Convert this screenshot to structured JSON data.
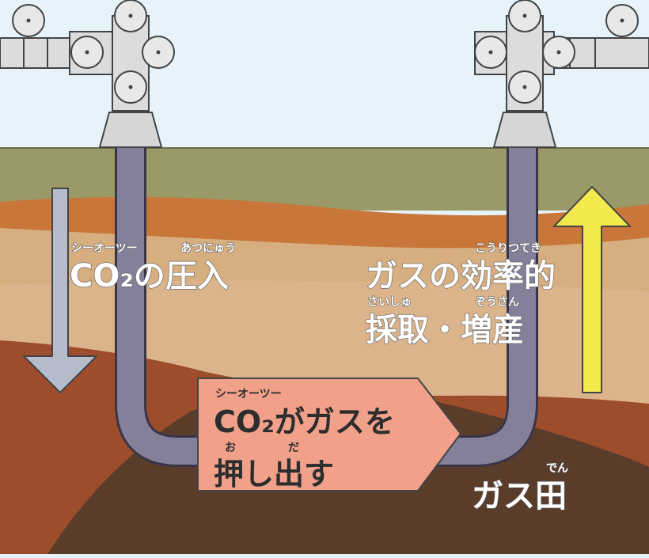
{
  "labels": {
    "co2_injection": {
      "text": "CO₂の圧入",
      "ruby_co2": "シーオーツー",
      "ruby_atsunyu": "あつにゅう"
    },
    "gas_efficient_line1": {
      "text": "ガスの効率的",
      "ruby": "こうりつてき"
    },
    "gas_efficient_line2": {
      "text": "採取・増産",
      "ruby_saishu": "さいしゅ",
      "ruby_zousan": "ぞうさん"
    },
    "pushes_line1": {
      "text": "CO₂がガスを",
      "ruby": "シーオーツー"
    },
    "pushes_line2": {
      "text": "押し出す",
      "ruby_o": "お",
      "ruby_da": "だ"
    },
    "gas_field": {
      "text": "ガス田",
      "ruby": "でん"
    }
  },
  "colors": {
    "sky": "#e6f3fb",
    "layer_olive": "#9a9a68",
    "layer_orange": "#c8763a",
    "layer_tan": "#d6ae80",
    "layer_rust": "#9c4e2c",
    "gas_field": "#5a3c2a",
    "pipe": "#84809a",
    "arrow_down": "#b7bccd",
    "arrow_up": "#f2ea4c",
    "callout": "#f1a08a"
  }
}
